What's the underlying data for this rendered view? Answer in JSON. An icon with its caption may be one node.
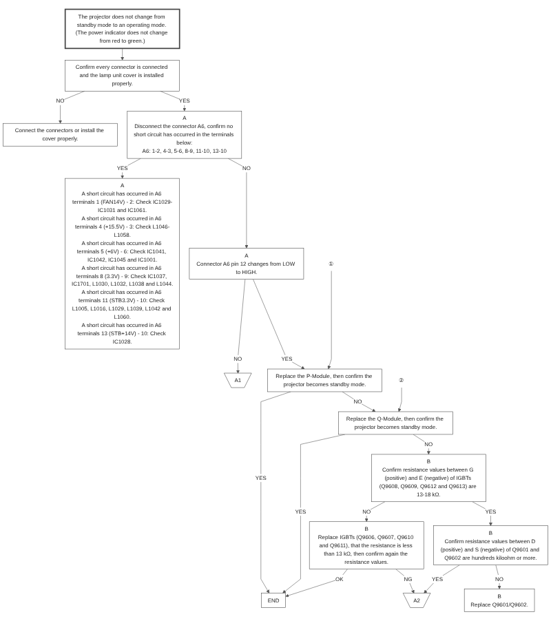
{
  "diagram": {
    "nodes": [
      {
        "text": [
          "The projector does not change from standby mode to an operating mode. (The power indicator does not change from red to green.)"
        ]
      },
      {
        "text": [
          "Confirm every connector is connected and the lamp unit cover is installed properly."
        ]
      },
      {
        "text": [
          "Connect the connectors or install the cover properly."
        ]
      },
      {
        "text": [
          "A",
          "Disconnect the connector A6, confirm no short circuit has occurred in the terminals below:",
          "A6: 1-2, 4-3, 5-6, 8-9, 11-10, 13-10"
        ]
      },
      {
        "text": [
          "A",
          "A short circuit has occurred in A6 terminals 1 (FAN14V) - 2: Check IC1029-IC1031 and IC1061.",
          "A short circuit has occurred in A6 terminals 4 (+15.5V) - 3: Check L1046-L1058.",
          "A short circuit has occurred in A6 terminals 5 (+6V) - 6: Check IC1041, IC1042, IC1045 and IC1001.",
          "A short circuit has occurred in A6 terminals 8 (3.3V) - 9: Check IC1037, IC1701, L1030, L1032, L1038 and L1044.",
          "A short circuit has occurred in A6 terminals 11 (STB3.3V) - 10: Check L1005, L1016, L1029, L1039, L1042 and L1060.",
          "A short circuit has occurred in A6 terminals 13 (STB+14V) - 10: Check IC1028."
        ]
      },
      {
        "text": [
          "A",
          "Connector A6 pin 12 changes from LOW to HIGH."
        ]
      },
      {
        "text": [
          "A1"
        ]
      },
      {
        "text": [
          "①"
        ]
      },
      {
        "text": [
          "Replace the P-Module, then confirm the projector becomes standby mode."
        ]
      },
      {
        "text": [
          "②"
        ]
      },
      {
        "text": [
          "Replace the Q-Module, then confirm the projector becomes standby mode."
        ]
      },
      {
        "text": [
          "END"
        ]
      },
      {
        "text": [
          "B",
          "Confirm resistance values between G (positive) and E (negative) of IGBTs (Q9608, Q9609, Q9612 and Q9613) are 13-18 kΩ."
        ]
      },
      {
        "text": [
          "B",
          "Replace IGBTs (Q9606, Q9607, Q9610 and Q9611), that the resistance is less than 13 kΩ, then confirm again the resistance values."
        ]
      },
      {
        "text": [
          "B",
          "Confirm resistance values between D (positive) and S (negative) of Q9601 and Q9602 are hundreds kiloohm or more."
        ]
      },
      {
        "text": [
          "B",
          "Replace Q9601/Q9602."
        ]
      },
      {
        "text": [
          "A2"
        ]
      }
    ],
    "edges": [
      {
        "from": 0,
        "to": 1,
        "arrow": "to"
      },
      {
        "from": 1,
        "to": 2,
        "arrow": "to",
        "label": "NO"
      },
      {
        "from": 1,
        "to": 3,
        "arrow": "to",
        "label": "YES"
      },
      {
        "from": 3,
        "to": 4,
        "arrow": "to",
        "label": "YES"
      },
      {
        "from": 3,
        "to": 5,
        "arrow": "to",
        "label": "NO"
      },
      {
        "from": 5,
        "to": 6,
        "arrow": "to",
        "label": "NO"
      },
      {
        "from": 5,
        "to": 8,
        "arrow": "to",
        "label": "YES"
      },
      {
        "from": 7,
        "to": 8,
        "arrow": "to"
      },
      {
        "from": 8,
        "to": 11,
        "arrow": "to",
        "label": "YES"
      },
      {
        "from": 8,
        "to": 10,
        "arrow": "to",
        "label": "NO"
      },
      {
        "from": 9,
        "to": 10,
        "arrow": "to"
      },
      {
        "from": 10,
        "to": 11,
        "arrow": "to",
        "label": "YES"
      },
      {
        "from": 10,
        "to": 12,
        "arrow": "to",
        "label": "NO"
      },
      {
        "from": 12,
        "to": 13,
        "arrow": "to",
        "label": "NO"
      },
      {
        "from": 12,
        "to": 14,
        "arrow": "to",
        "label": "YES"
      },
      {
        "from": 13,
        "to": 11,
        "arrow": "to",
        "label": "OK"
      },
      {
        "from": 13,
        "to": 16,
        "arrow": "to",
        "label": "NG"
      },
      {
        "from": 14,
        "to": 15,
        "arrow": "to",
        "label": "NO"
      },
      {
        "from": 14,
        "to": 16,
        "arrow": "to",
        "label": "YES"
      }
    ]
  }
}
